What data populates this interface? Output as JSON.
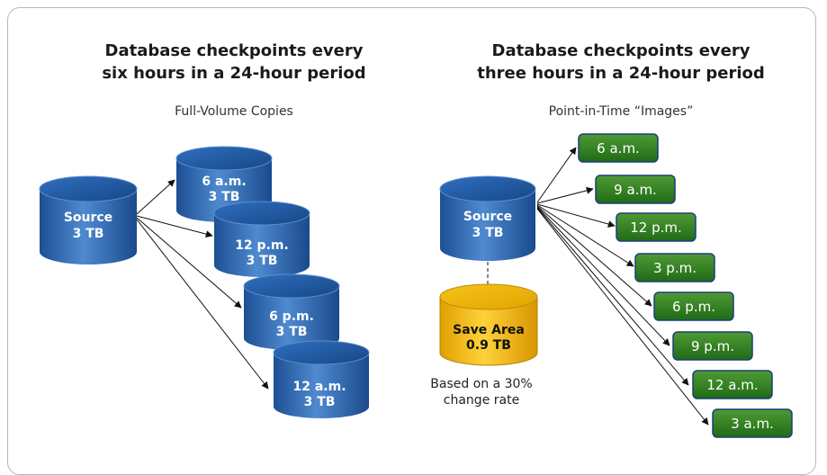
{
  "left_panel": {
    "title_line1": "Database checkpoints every",
    "title_line2": "six hours in a 24-hour period",
    "subtitle": "Full-Volume Copies",
    "source": {
      "line1": "Source",
      "line2": "3 TB"
    },
    "copies": [
      {
        "time": "6 a.m.",
        "size": "3 TB"
      },
      {
        "time": "12 p.m.",
        "size": "3 TB"
      },
      {
        "time": "6 p.m.",
        "size": "3 TB"
      },
      {
        "time": "12 a.m.",
        "size": "3 TB"
      }
    ]
  },
  "right_panel": {
    "title_line1": "Database checkpoints every",
    "title_line2": "three hours in a 24-hour period",
    "subtitle": "Point-in-Time “Images”",
    "source": {
      "line1": "Source",
      "line2": "3 TB"
    },
    "save_area": {
      "line1": "Save Area",
      "line2": "0.9 TB"
    },
    "note_line1": "Based on a 30%",
    "note_line2": "change rate",
    "images": [
      "6 a.m.",
      "9 a.m.",
      "12 p.m.",
      "3 p.m.",
      "6 p.m.",
      "9 p.m.",
      "12 a.m.",
      "3 a.m."
    ]
  },
  "colors": {
    "cylinder_blue": "#1f5fa8",
    "cylinder_blue_light": "#5f97d6",
    "save_area_gold": "#f2b600",
    "image_green": "#2e7d1e",
    "image_border": "#1b3f7a"
  }
}
